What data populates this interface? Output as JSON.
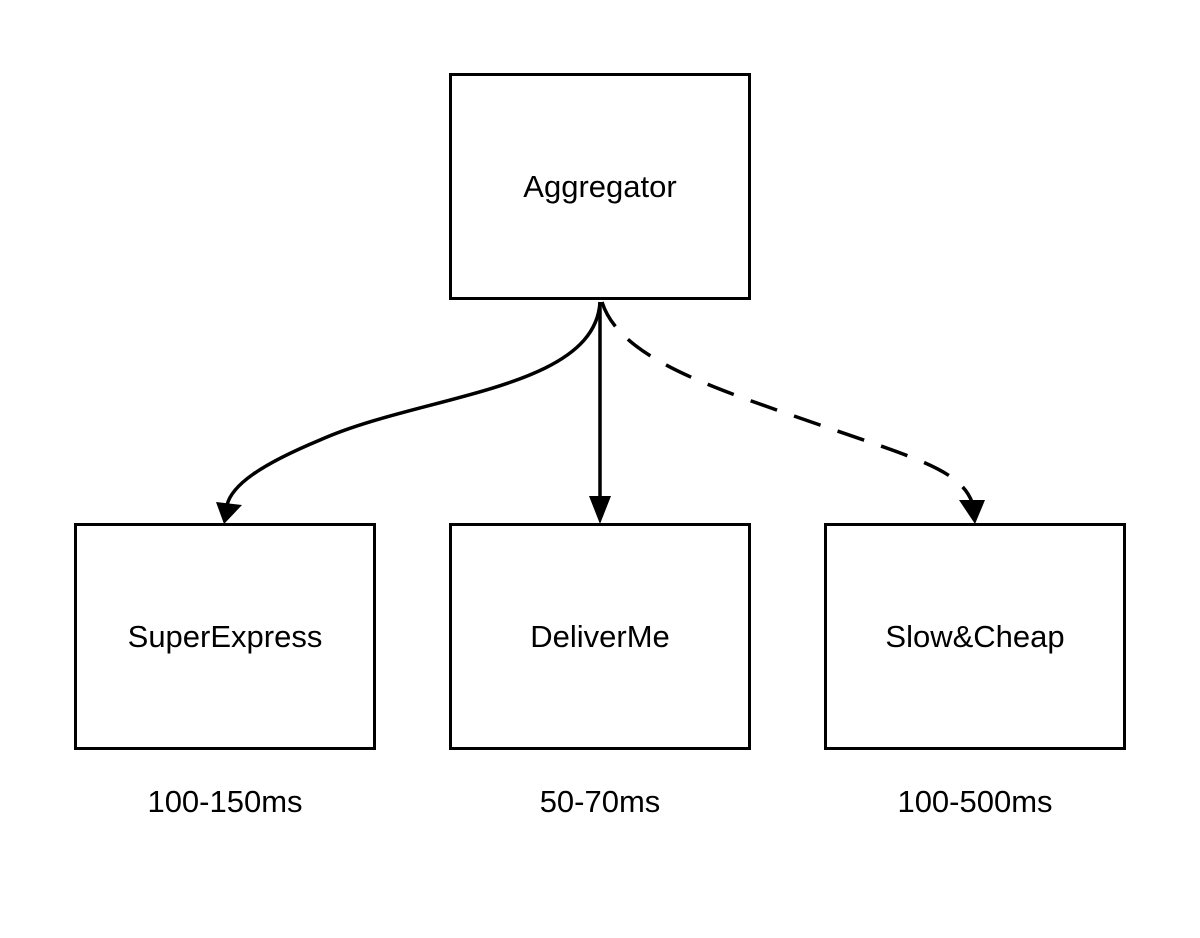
{
  "nodes": {
    "aggregator": {
      "label": "Aggregator"
    },
    "superexpress": {
      "label": "SuperExpress",
      "latency": "100-150ms"
    },
    "deliverme": {
      "label": "DeliverMe",
      "latency": "50-70ms"
    },
    "slowcheap": {
      "label": "Slow&Cheap",
      "latency": "100-500ms"
    }
  },
  "edges": [
    {
      "from": "Aggregator",
      "to": "SuperExpress",
      "style": "solid"
    },
    {
      "from": "Aggregator",
      "to": "DeliverMe",
      "style": "solid"
    },
    {
      "from": "Aggregator",
      "to": "Slow&Cheap",
      "style": "dashed"
    }
  ],
  "colors": {
    "stroke": "#000000",
    "background": "#ffffff"
  }
}
